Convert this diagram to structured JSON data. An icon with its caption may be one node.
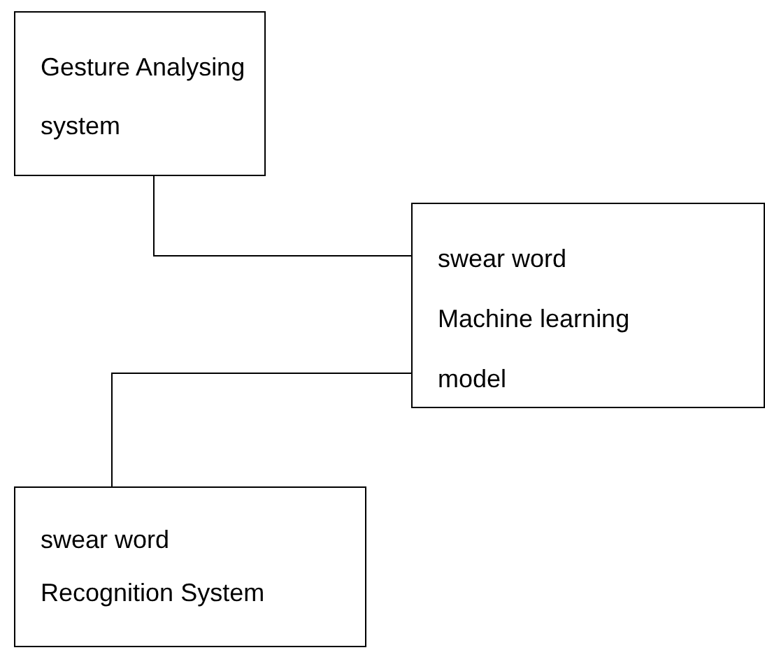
{
  "diagram": {
    "nodes": [
      {
        "text": [
          "Gesture Analysing system"
        ]
      },
      {
        "text": [
          "swear word Machine learning model"
        ]
      },
      {
        "text": [
          "swear word Recognition System"
        ]
      }
    ],
    "edges": [
      {
        "from": 0,
        "to": 1,
        "arrow": "none"
      },
      {
        "from": 1,
        "to": 2,
        "arrow": "none"
      }
    ]
  }
}
